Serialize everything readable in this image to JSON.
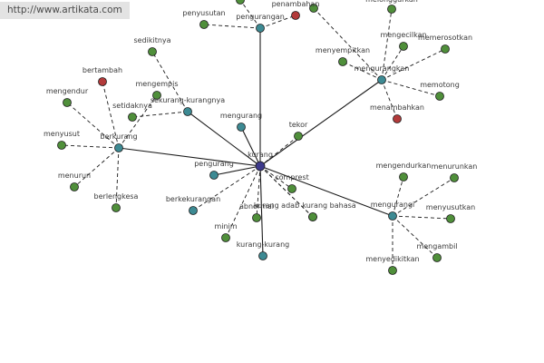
{
  "header": {
    "url": "http://www.artikata.com"
  },
  "colors": {
    "edge": "#1a1a1a",
    "center": "#3d3a8c",
    "hub": "#3d8a93",
    "leaf": "#4f8f3a",
    "accent": "#b23a3a",
    "label": "#3a3a3a"
  },
  "graph": {
    "nodes": [
      {
        "id": "kurang",
        "label": "kurang",
        "kind": "center"
      },
      {
        "id": "pengurangan",
        "label": "pengurangan",
        "kind": "hub"
      },
      {
        "id": "berkurang",
        "label": "berkurang",
        "kind": "hub"
      },
      {
        "id": "mengurangkan",
        "label": "mengurangkan",
        "kind": "hub"
      },
      {
        "id": "mengurangi",
        "label": "mengurangi",
        "kind": "hub"
      },
      {
        "id": "sekurang-kurangnya",
        "label": "sekurang-kurangnya",
        "kind": "hub"
      },
      {
        "id": "mengurang",
        "label": "mengurang",
        "kind": "hub"
      },
      {
        "id": "pengurang",
        "label": "pengurang",
        "kind": "hub"
      },
      {
        "id": "berkekurangan",
        "label": "berkekurangan",
        "kind": "hub"
      },
      {
        "id": "kurang-kurang",
        "label": "kurang-kurang",
        "kind": "hub"
      },
      {
        "id": "penyusutan",
        "label": "penyusutan",
        "kind": "leaf"
      },
      {
        "id": "penambahan",
        "label": "penambahan",
        "kind": "accent"
      },
      {
        "id": "melonggarkan",
        "label": "melonggarkan",
        "kind": "leaf"
      },
      {
        "id": "sedikitnya",
        "label": "sedikitnya",
        "kind": "leaf"
      },
      {
        "id": "mengempis",
        "label": "mengempis",
        "kind": "leaf"
      },
      {
        "id": "setidaknya",
        "label": "setidaknya",
        "kind": "leaf"
      },
      {
        "id": "bertambah",
        "label": "bertambah",
        "kind": "accent"
      },
      {
        "id": "mengendur",
        "label": "mengendur",
        "kind": "leaf"
      },
      {
        "id": "menyusut",
        "label": "menyusut",
        "kind": "leaf"
      },
      {
        "id": "menurun",
        "label": "menurun",
        "kind": "leaf"
      },
      {
        "id": "berlengkesa",
        "label": "berlengkesa",
        "kind": "leaf"
      },
      {
        "id": "menyempitkan",
        "label": "menyempitkan",
        "kind": "leaf"
      },
      {
        "id": "mengecilkan",
        "label": "mengecilkan",
        "kind": "leaf"
      },
      {
        "id": "memerosotkan",
        "label": "memerosotkan",
        "kind": "leaf"
      },
      {
        "id": "memotong",
        "label": "memotong",
        "kind": "leaf"
      },
      {
        "id": "menambahkan",
        "label": "menambahkan",
        "kind": "accent"
      },
      {
        "id": "tekor",
        "label": "tekor",
        "kind": "leaf"
      },
      {
        "id": "comprest",
        "label": "comprest",
        "kind": "leaf"
      },
      {
        "id": "kurang-adab",
        "label": "kurang adab",
        "kind": "leaf"
      },
      {
        "id": "kurang-bahasa",
        "label": "kurang bahasa",
        "kind": "leaf"
      },
      {
        "id": "abnormal",
        "label": "abnormal",
        "kind": "leaf"
      },
      {
        "id": "minim",
        "label": "minim",
        "kind": "leaf"
      },
      {
        "id": "mengendurkan",
        "label": "mengendurkan",
        "kind": "leaf"
      },
      {
        "id": "menurunkan",
        "label": "menurunkan",
        "kind": "leaf"
      },
      {
        "id": "menyusutkan",
        "label": "menyusutkan",
        "kind": "leaf"
      },
      {
        "id": "mengambil",
        "label": "mengambil",
        "kind": "leaf"
      },
      {
        "id": "menyedikitkan",
        "label": "menyedikitkan",
        "kind": "leaf"
      },
      {
        "id": "top-node-a",
        "label": "",
        "kind": "leaf"
      },
      {
        "id": "top-node-b",
        "label": "",
        "kind": "leaf"
      }
    ],
    "edges": [
      {
        "from": "kurang",
        "to": "pengurangan",
        "style": "solid"
      },
      {
        "from": "kurang",
        "to": "berkurang",
        "style": "solid"
      },
      {
        "from": "kurang",
        "to": "mengurangkan",
        "style": "solid"
      },
      {
        "from": "kurang",
        "to": "mengurangi",
        "style": "solid"
      },
      {
        "from": "kurang",
        "to": "sekurang-kurangnya",
        "style": "solid"
      },
      {
        "from": "kurang",
        "to": "mengurang",
        "style": "solid"
      },
      {
        "from": "kurang",
        "to": "pengurang",
        "style": "solid"
      },
      {
        "from": "kurang",
        "to": "kurang-kurang",
        "style": "solid"
      },
      {
        "from": "kurang",
        "to": "tekor",
        "style": "dashed"
      },
      {
        "from": "kurang",
        "to": "comprest",
        "style": "dashed"
      },
      {
        "from": "kurang",
        "to": "kurang-adab",
        "style": "dashed"
      },
      {
        "from": "kurang",
        "to": "kurang-bahasa",
        "style": "dashed"
      },
      {
        "from": "kurang",
        "to": "abnormal",
        "style": "dashed"
      },
      {
        "from": "kurang",
        "to": "minim",
        "style": "dashed"
      },
      {
        "from": "kurang",
        "to": "berkekurangan",
        "style": "dashed"
      },
      {
        "from": "pengurangan",
        "to": "penyusutan",
        "style": "dashed"
      },
      {
        "from": "pengurangan",
        "to": "penambahan",
        "style": "dashed"
      },
      {
        "from": "pengurangan",
        "to": "top-node-a",
        "style": "dashed"
      },
      {
        "from": "berkurang",
        "to": "mengempis",
        "style": "dashed"
      },
      {
        "from": "berkurang",
        "to": "bertambah",
        "style": "dashed"
      },
      {
        "from": "berkurang",
        "to": "mengendur",
        "style": "dashed"
      },
      {
        "from": "berkurang",
        "to": "menyusut",
        "style": "dashed"
      },
      {
        "from": "berkurang",
        "to": "menurun",
        "style": "dashed"
      },
      {
        "from": "berkurang",
        "to": "berlengkesa",
        "style": "dashed"
      },
      {
        "from": "sekurang-kurangnya",
        "to": "sedikitnya",
        "style": "dashed"
      },
      {
        "from": "sekurang-kurangnya",
        "to": "setidaknya",
        "style": "dashed"
      },
      {
        "from": "mengurangkan",
        "to": "menyempitkan",
        "style": "dashed"
      },
      {
        "from": "mengurangkan",
        "to": "mengecilkan",
        "style": "dashed"
      },
      {
        "from": "mengurangkan",
        "to": "memerosotkan",
        "style": "dashed"
      },
      {
        "from": "mengurangkan",
        "to": "memotong",
        "style": "dashed"
      },
      {
        "from": "mengurangkan",
        "to": "menambahkan",
        "style": "dashed"
      },
      {
        "from": "mengurangkan",
        "to": "melonggarkan",
        "style": "dashed"
      },
      {
        "from": "mengurangkan",
        "to": "top-node-b",
        "style": "dashed"
      },
      {
        "from": "mengurangi",
        "to": "mengendurkan",
        "style": "dashed"
      },
      {
        "from": "mengurangi",
        "to": "menurunkan",
        "style": "dashed"
      },
      {
        "from": "mengurangi",
        "to": "menyusutkan",
        "style": "dashed"
      },
      {
        "from": "mengurangi",
        "to": "mengambil",
        "style": "dashed"
      },
      {
        "from": "mengurangi",
        "to": "menyedikitkan",
        "style": "dashed"
      }
    ]
  }
}
